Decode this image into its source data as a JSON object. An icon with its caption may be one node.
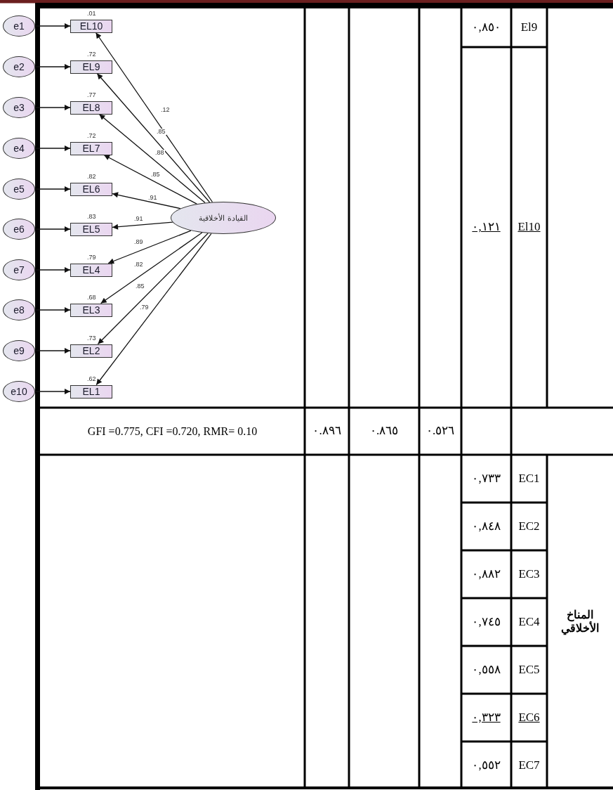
{
  "diagram": {
    "nodes": [
      {
        "text": [
          "e1"
        ]
      },
      {
        "text": [
          "e2"
        ]
      },
      {
        "text": [
          "e3"
        ]
      },
      {
        "text": [
          "e4"
        ]
      },
      {
        "text": [
          "e5"
        ]
      },
      {
        "text": [
          "e6"
        ]
      },
      {
        "text": [
          "e7"
        ]
      },
      {
        "text": [
          "e8"
        ]
      },
      {
        "text": [
          "e9"
        ]
      },
      {
        "text": [
          "e10"
        ]
      },
      {
        "text": [
          "EL10"
        ],
        "beside": [
          ".01"
        ]
      },
      {
        "text": [
          "EL9"
        ],
        "beside": [
          ".72"
        ]
      },
      {
        "text": [
          "EL8"
        ],
        "beside": [
          ".77"
        ]
      },
      {
        "text": [
          "EL7"
        ],
        "beside": [
          ".72"
        ]
      },
      {
        "text": [
          "EL6"
        ],
        "beside": [
          ".82"
        ]
      },
      {
        "text": [
          "EL5"
        ],
        "beside": [
          ".83"
        ]
      },
      {
        "text": [
          "EL4"
        ],
        "beside": [
          ".79"
        ]
      },
      {
        "text": [
          "EL3"
        ],
        "beside": [
          ".68"
        ]
      },
      {
        "text": [
          "EL2"
        ],
        "beside": [
          ".73"
        ]
      },
      {
        "text": [
          "EL1"
        ],
        "beside": [
          ".62"
        ]
      },
      {
        "text": [
          "القيادة الأخلاقية"
        ]
      }
    ],
    "edges": [
      {
        "from": 0,
        "to": 10,
        "arrow": "to"
      },
      {
        "from": 1,
        "to": 11,
        "arrow": "to"
      },
      {
        "from": 2,
        "to": 12,
        "arrow": "to"
      },
      {
        "from": 3,
        "to": 13,
        "arrow": "to"
      },
      {
        "from": 4,
        "to": 14,
        "arrow": "to"
      },
      {
        "from": 5,
        "to": 15,
        "arrow": "to"
      },
      {
        "from": 6,
        "to": 16,
        "arrow": "to"
      },
      {
        "from": 7,
        "to": 17,
        "arrow": "to"
      },
      {
        "from": 8,
        "to": 18,
        "arrow": "to"
      },
      {
        "from": 9,
        "to": 19,
        "arrow": "to"
      },
      {
        "from": 20,
        "to": 10,
        "arrow": "to",
        "label": ".12"
      },
      {
        "from": 20,
        "to": 11,
        "arrow": "to",
        "label": ".85"
      },
      {
        "from": 20,
        "to": 12,
        "arrow": "to",
        "label": ".88"
      },
      {
        "from": 20,
        "to": 13,
        "arrow": "to",
        "label": ".85"
      },
      {
        "from": 20,
        "to": 14,
        "arrow": "to",
        "label": ".91"
      },
      {
        "from": 20,
        "to": 15,
        "arrow": "to",
        "label": ".91"
      },
      {
        "from": 20,
        "to": 16,
        "arrow": "to",
        "label": ".89"
      },
      {
        "from": 20,
        "to": 17,
        "arrow": "to",
        "label": ".82"
      },
      {
        "from": 20,
        "to": 18,
        "arrow": "to",
        "label": ".85"
      },
      {
        "from": 20,
        "to": 19,
        "arrow": "to",
        "label": ".79"
      }
    ],
    "labels": [
      "٠,٨٥٠",
      "El9",
      "٠,١٢١",
      "El10",
      "GFI =0.775, CFI =0.720, RMR= 0.10",
      "٠.٨٩٦",
      "٠.٨٦٥",
      "٠.٥٢٦",
      "٠,٧٣٣",
      "EC1",
      "٠,٨٤٨",
      "EC2",
      "٠,٨٨٢",
      "EC3",
      "٠,٧٤٥",
      "EC4",
      "٠,٥٥٨",
      "EC5",
      "٠,٣٢٣",
      "EC6",
      "٠,٥٥٢",
      "EC7",
      "المناخ الأخلاقي"
    ]
  }
}
